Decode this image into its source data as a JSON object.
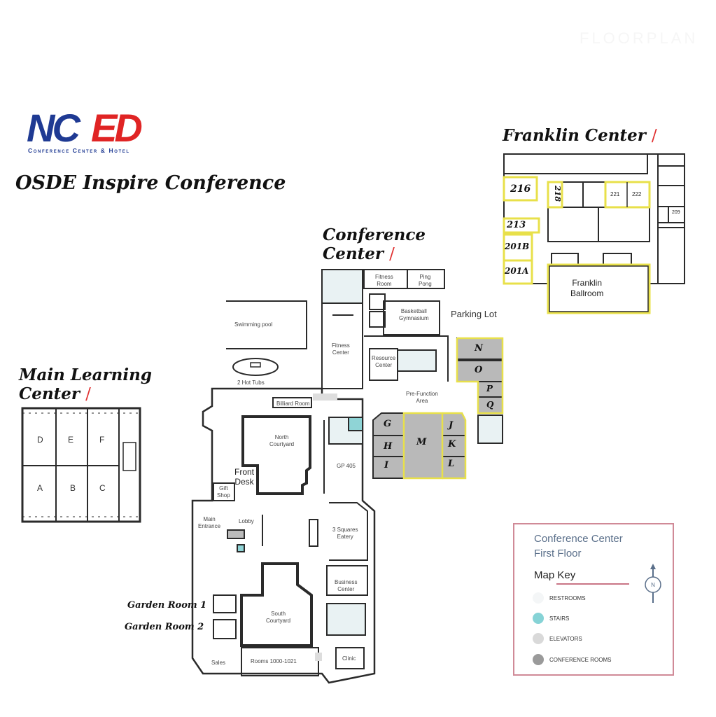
{
  "watermark": "FLOORPLAN",
  "logo": {
    "brand_blue": "NC",
    "brand_red": "ED",
    "tagline": "Conference Center & Hotel",
    "blue": "#1f3a93",
    "red": "#e02424"
  },
  "event_title": "OSDE Inspire Conference",
  "sections": {
    "franklin": "Franklin Center",
    "conference": [
      "Conference",
      "Center"
    ],
    "main_learning": [
      "Main Learning",
      "Center"
    ],
    "slash": "/"
  },
  "main_learning_rooms": [
    "D",
    "E",
    "F",
    "A",
    "B",
    "C"
  ],
  "conference_rooms": [
    "N",
    "O",
    "P",
    "Q",
    "G",
    "H",
    "I",
    "M",
    "J",
    "K",
    "L"
  ],
  "franklin_rooms": {
    "r216": "216",
    "r218": "218",
    "r221": "221",
    "r222": "222",
    "r209": "209",
    "r213": "213",
    "r201b": "201B",
    "r201a": "201A",
    "ballroom": [
      "Franklin",
      "Ballroom"
    ]
  },
  "places": {
    "fitness_room": [
      "Fitness",
      "Room"
    ],
    "ping_pong": [
      "Ping",
      "Pong"
    ],
    "basketball": [
      "Basketball",
      "Gymnasium"
    ],
    "parking": "Parking Lot",
    "swimming_pool": "Swimming pool",
    "hot_tubs": "2 Hot Tubs",
    "fitness_center": [
      "Fitness",
      "Center"
    ],
    "resource_center": [
      "Resource",
      "Center"
    ],
    "prefunction": [
      "Pre-Function",
      "Area"
    ],
    "billiard": "Billiard Room",
    "north_courtyard": [
      "North",
      "Courtyard"
    ],
    "front_desk": [
      "Front",
      "Desk"
    ],
    "gp405": "GP 405",
    "gift_shop": [
      "Gift",
      "Shop"
    ],
    "main_entrance": [
      "Main",
      "Entrance"
    ],
    "lobby": "Lobby",
    "eatery": [
      "3 Squares",
      "Eatery"
    ],
    "business_center": [
      "Business",
      "Center"
    ],
    "garden1": "Garden Room 1",
    "garden2": "Garden Room 2",
    "south_courtyard": [
      "South",
      "Courtyard"
    ],
    "sales": "Sales",
    "rooms_range": "Rooms 1000-1021",
    "clinic": "Clinic"
  },
  "map_key": {
    "title": [
      "Conference Center",
      "First Floor"
    ],
    "heading": "Map Key",
    "compass": "N",
    "items": [
      {
        "label": "RESTROOMS",
        "color": "#f4f6f7"
      },
      {
        "label": "STAIRS",
        "color": "#86d3d6"
      },
      {
        "label": "ELEVATORS",
        "color": "#d9d9d9"
      },
      {
        "label": "CONFERENCE ROOMS",
        "color": "#9a9a9a"
      }
    ]
  },
  "colors": {
    "conference_room": "#b9b9b9",
    "highlight": "#e8e04a",
    "stairs": "#8fd4d6",
    "restroom": "#e9f2f3",
    "wall": "#2a2a2a"
  }
}
